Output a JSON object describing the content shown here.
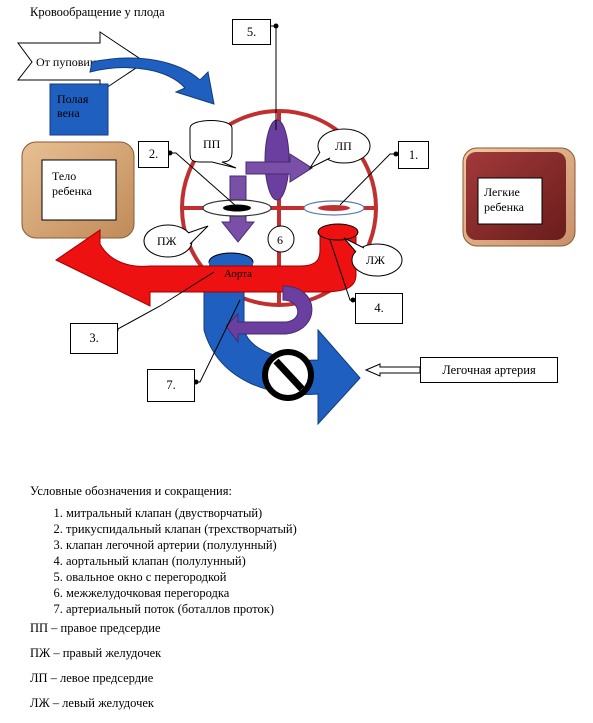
{
  "title": "Кровообращение у плода",
  "diagram": {
    "placenta_label": "От пуповины",
    "vena_cava_label": [
      "Полая",
      "вена"
    ],
    "body_label": [
      "Тело",
      "ребенка"
    ],
    "lungs_label": [
      "Легкие",
      "ребенка"
    ],
    "pp_label": "ПП",
    "lp_label": "ЛП",
    "pzh_label": "ПЖ",
    "lzh_label": "ЛЖ",
    "aorta_label": "Аорта",
    "septum_num": "6",
    "pulmonary_label": "Легочная артерия",
    "numbers": {
      "n1": "1.",
      "n2": "2.",
      "n3": "3.",
      "n4": "4.",
      "n5": "5.",
      "n7": "7."
    }
  },
  "legend": {
    "heading": "Условные обозначения и сокращения:",
    "items": [
      "митральный клапан (двустворчатый)",
      "трикуспидальный клапан (трехстворчатый)",
      "клапан легочной артерии (полулунный)",
      "аортальный клапан (полулунный)",
      "овальное окно с перегородкой",
      "межжелудочковая перегородка",
      "артериальный поток (боталлов проток)"
    ]
  },
  "abbreviations": [
    "ПП – правое предсердие",
    "ПЖ – правый желудочек",
    "ЛП – левое предсердие",
    "ЛЖ – левый желудочек"
  ],
  "colors": {
    "blue_vessel": "#1f5fbf",
    "red_vessel": "#ee1111",
    "purple_vessel": "#7a4fa8",
    "heart_ring": "#c03030",
    "body_box": "#d9a877",
    "lungs_box": "#8b2a2a"
  }
}
